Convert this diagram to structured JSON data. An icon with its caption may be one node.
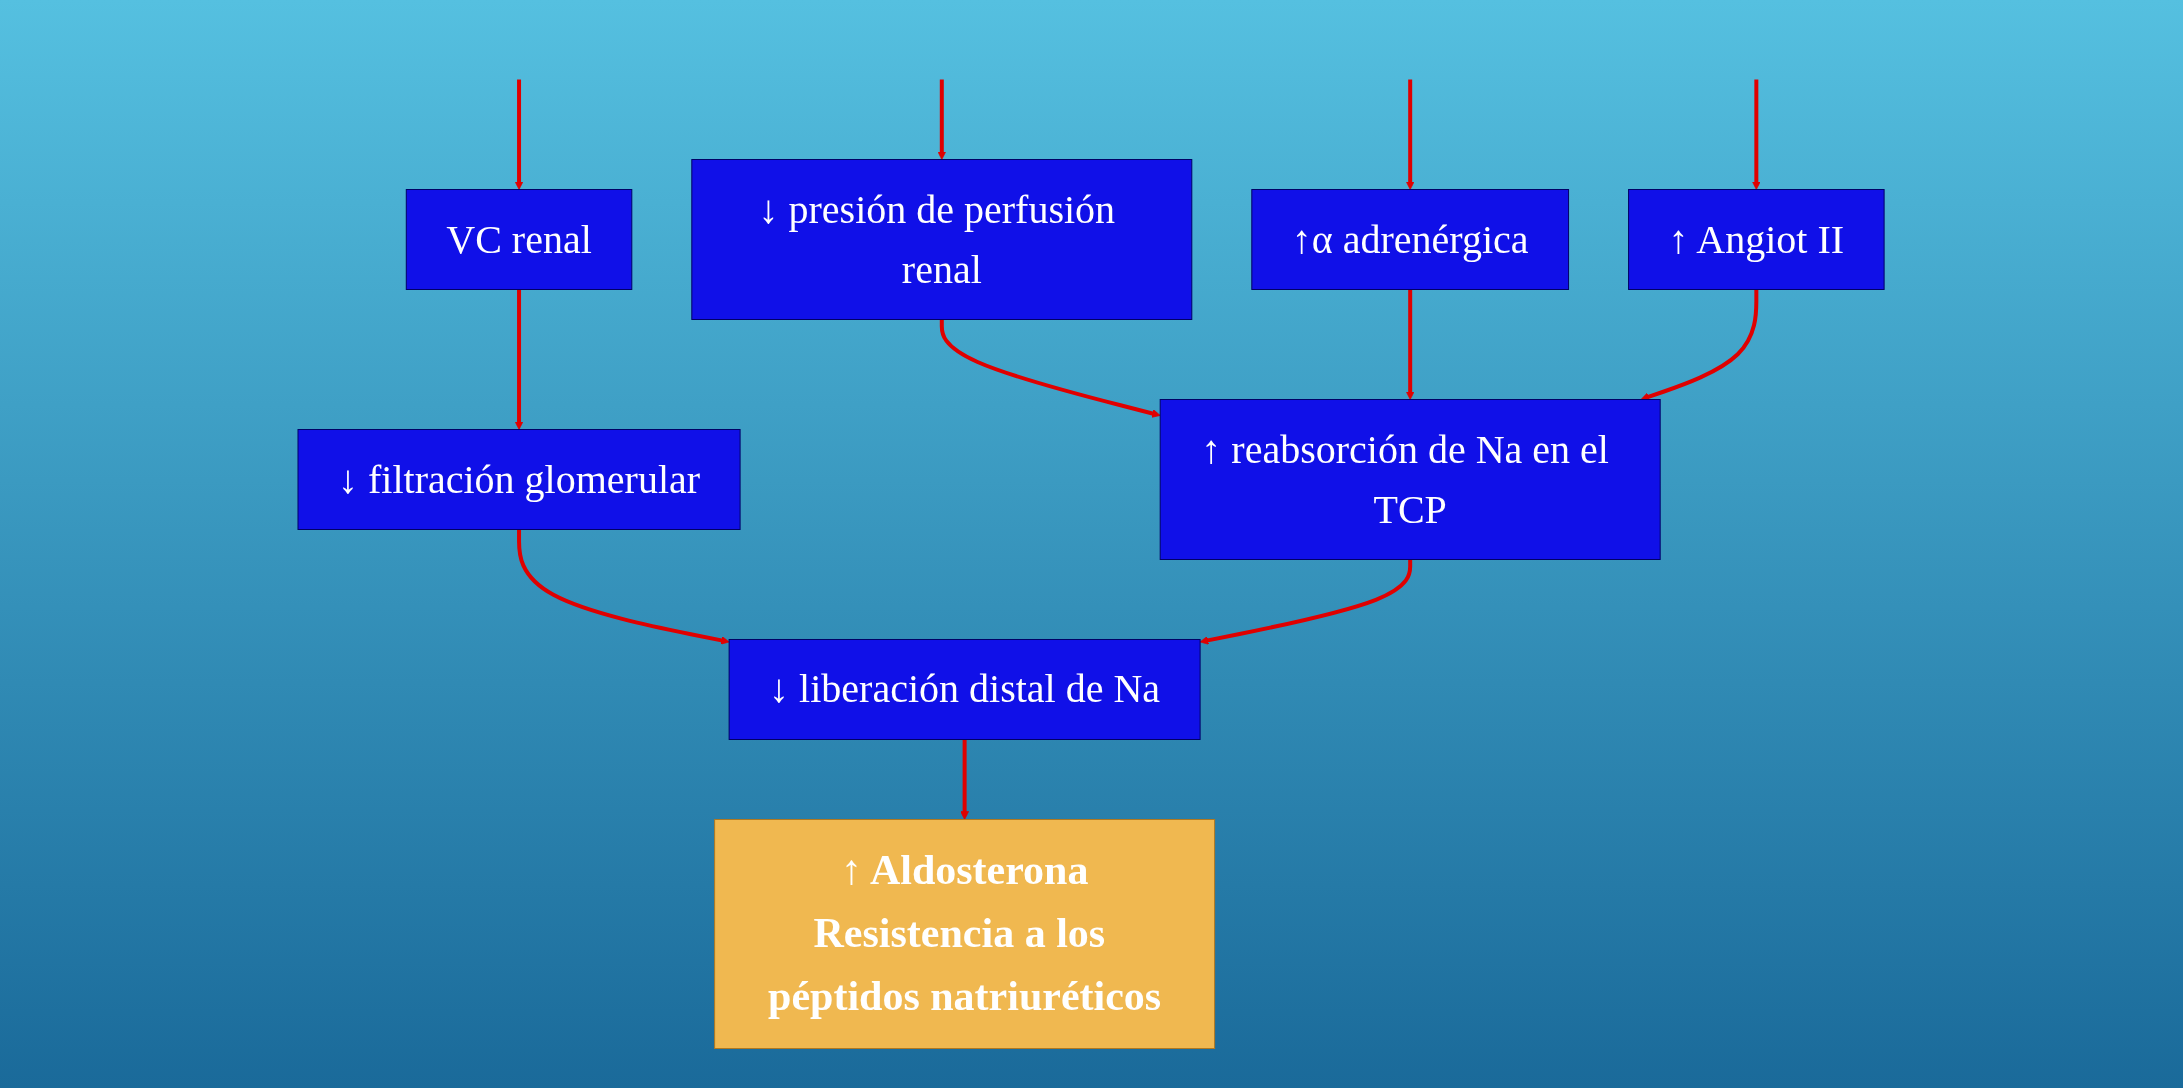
{
  "diagram": {
    "nodes": [
      {
        "text": [
          "VC renal"
        ]
      },
      {
        "text": [
          "↓ presión de perfusión renal"
        ]
      },
      {
        "text": [
          "↑α adrenérgica"
        ]
      },
      {
        "text": [
          "↑ Angiot II"
        ]
      },
      {
        "text": [
          "↓ filtración glomerular"
        ]
      },
      {
        "text": [
          "↑ reabsorción de Na en el TCP"
        ]
      },
      {
        "text": [
          "↓ liberación distal de Na"
        ]
      },
      {
        "text": [
          "↑ Aldosterona",
          "Resistencia a los péptidos natriuréticos"
        ]
      }
    ],
    "edges": [
      {
        "from": null,
        "to": 0,
        "arrow": "to"
      },
      {
        "from": null,
        "to": 1,
        "arrow": "to"
      },
      {
        "from": null,
        "to": 2,
        "arrow": "to"
      },
      {
        "from": null,
        "to": 3,
        "arrow": "to"
      },
      {
        "from": 0,
        "to": 4,
        "arrow": "to"
      },
      {
        "from": 1,
        "to": 5,
        "arrow": "to"
      },
      {
        "from": 2,
        "to": 5,
        "arrow": "to"
      },
      {
        "from": 3,
        "to": 5,
        "arrow": "to"
      },
      {
        "from": 4,
        "to": 6,
        "arrow": "to"
      },
      {
        "from": 5,
        "to": 6,
        "arrow": "to"
      },
      {
        "from": 6,
        "to": 7,
        "arrow": "to"
      }
    ]
  }
}
